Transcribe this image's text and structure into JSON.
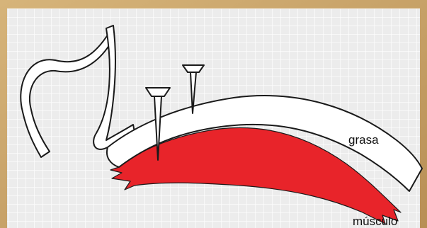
{
  "diagram": {
    "labels": {
      "fat": "grasa",
      "muscle": "músculo"
    },
    "colors": {
      "frame": "#c9a46a",
      "grid_background": "#efefef",
      "grid_lines": "#ffffff",
      "fat_fill": "#ffffff",
      "muscle_fill": "#e8242a",
      "outline": "#1a1a1a"
    },
    "elements": {
      "pins": 2,
      "tissue_layers": [
        "grasa",
        "músculo"
      ]
    }
  }
}
